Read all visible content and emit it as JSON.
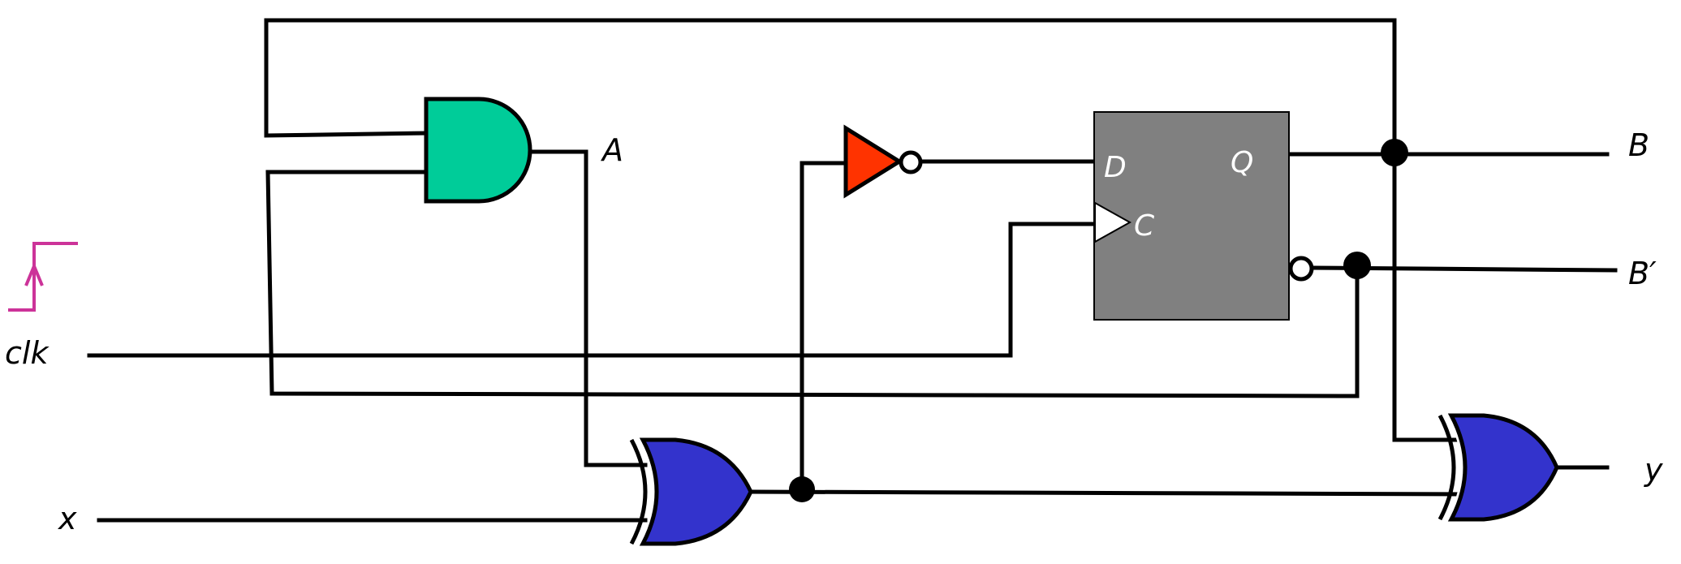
{
  "labels": {
    "and_output": "A",
    "clk": "clk",
    "x": "x",
    "out_B": "B",
    "out_B_bar": "B′",
    "out_y": "y"
  },
  "flipflop": {
    "d_pin": "D",
    "c_pin": "C",
    "q_pin": "Q"
  },
  "colors": {
    "and_gate": "#00CC99",
    "not_gate": "#FF3300",
    "xor_gate": "#3333CC",
    "flipflop_body": "#808080",
    "clock_edge_symbol": "#CC3399",
    "wire": "#000000"
  },
  "icons": {
    "clock_edge": "rising-edge-arrow-icon"
  }
}
